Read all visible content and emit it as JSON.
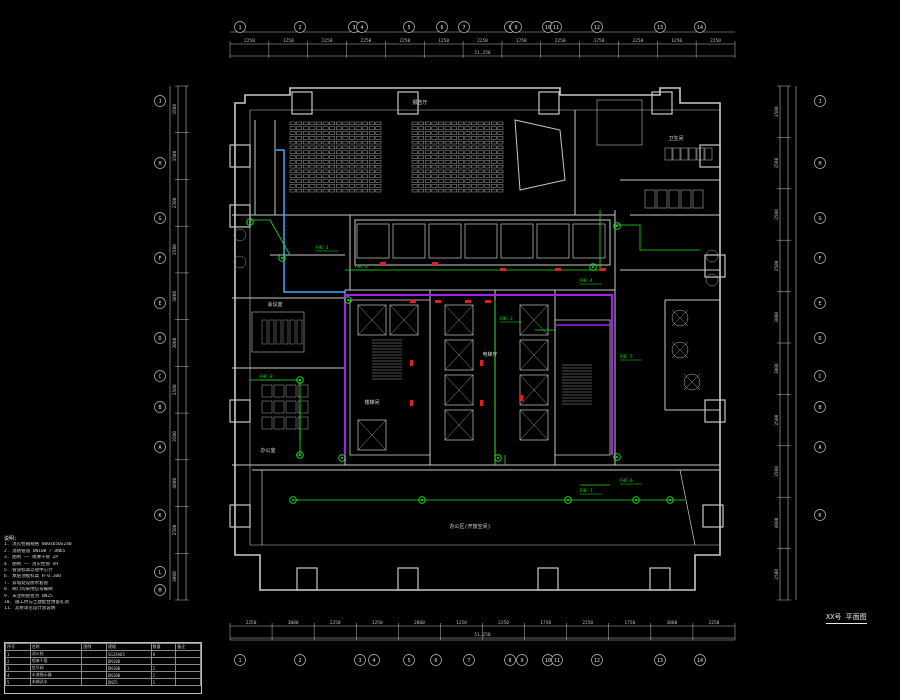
{
  "drawing": {
    "title_block": "XX号 平面图",
    "zone_labels": {
      "auditorium": "报告厅",
      "stair_hall": "楼梯间",
      "open_office": "办公区(开放空间)",
      "elevator_lobby": "电梯厅",
      "meeting": "会议室",
      "office": "办公室",
      "toilet": "卫生间"
    },
    "top_axes": [
      "1",
      "2",
      "3",
      "4",
      "5",
      "6",
      "7",
      "8",
      "9",
      "10",
      "11",
      "12",
      "13",
      "14"
    ],
    "bottom_axes": [
      "1",
      "2",
      "3",
      "4",
      "5",
      "6",
      "7",
      "8",
      "9",
      "10",
      "11",
      "12",
      "13",
      "14"
    ],
    "left_axes": [
      "J",
      "H",
      "G",
      "F",
      "E",
      "D",
      "C",
      "B",
      "A",
      "K",
      "L",
      "M"
    ],
    "right_axes": [
      "J",
      "H",
      "G",
      "F",
      "E",
      "D",
      "C",
      "B",
      "A",
      "K"
    ],
    "top_dims": [
      "2250",
      "1250",
      "2250",
      "2250",
      "2250",
      "1250",
      "2250",
      "1750",
      "2250",
      "1750",
      "2250",
      "1250",
      "2250"
    ],
    "top_total": "51,250",
    "bottom_total": "51,250",
    "bottom_dims": [
      "2250",
      "3000",
      "2250",
      "1250",
      "2000",
      "1250",
      "2250",
      "1750",
      "2250",
      "1750",
      "3000",
      "2250"
    ],
    "left_dims": [
      "3500",
      "3500",
      "2500",
      "2500",
      "3000",
      "3000",
      "2500",
      "3500",
      "4000",
      "2500",
      "3000"
    ],
    "right_dims": [
      "3500",
      "3500",
      "2500",
      "2500",
      "3000",
      "3000",
      "2500",
      "3500",
      "4000",
      "2500"
    ],
    "callouts": [
      "FHC-1",
      "FHC-2",
      "FHC-3",
      "FHC-4",
      "FHC-5",
      "FHC-6",
      "FHC-7",
      "FHC-8"
    ]
  },
  "notes": {
    "heading": "说明:",
    "lines": [
      "1. 消火栓箱规格 800x650x240",
      "2. 消防管道 DN100 / DN65",
      "3. 图例 —— 喷淋干管 ZP",
      "4. 图例 —— 消火栓管 XH",
      "5. 管道标高以管中心计",
      "6. 本层顶板标高 H-0.100",
      "7. 穿墙处设防水套管",
      "8. 阀门均采用信号蝶阀",
      "9. 未注明管径为 DN25",
      "10. 施工时与土建配合预留孔洞",
      "11. 其余详见设计总说明"
    ]
  },
  "legend": {
    "rows": [
      [
        "序号",
        "名称",
        "图例",
        "规格",
        "数量",
        "备注"
      ],
      [
        "1",
        "消火栓",
        "",
        "SG24A65",
        "8",
        ""
      ],
      [
        "2",
        "喷淋干管",
        "",
        "DN100",
        "",
        ""
      ],
      [
        "3",
        "信号阀",
        "",
        "DN100",
        "2",
        ""
      ],
      [
        "4",
        "水流指示器",
        "",
        "DN100",
        "2",
        ""
      ],
      [
        "5",
        "末端试水",
        "",
        "DN25",
        "1",
        ""
      ]
    ]
  },
  "colors": {
    "wall": "#c8c8c8",
    "dim": "#bdbdbd",
    "green": "#19e619",
    "purple": "#a020f0",
    "cyan": "#3fa8ff",
    "red": "#e02020"
  }
}
